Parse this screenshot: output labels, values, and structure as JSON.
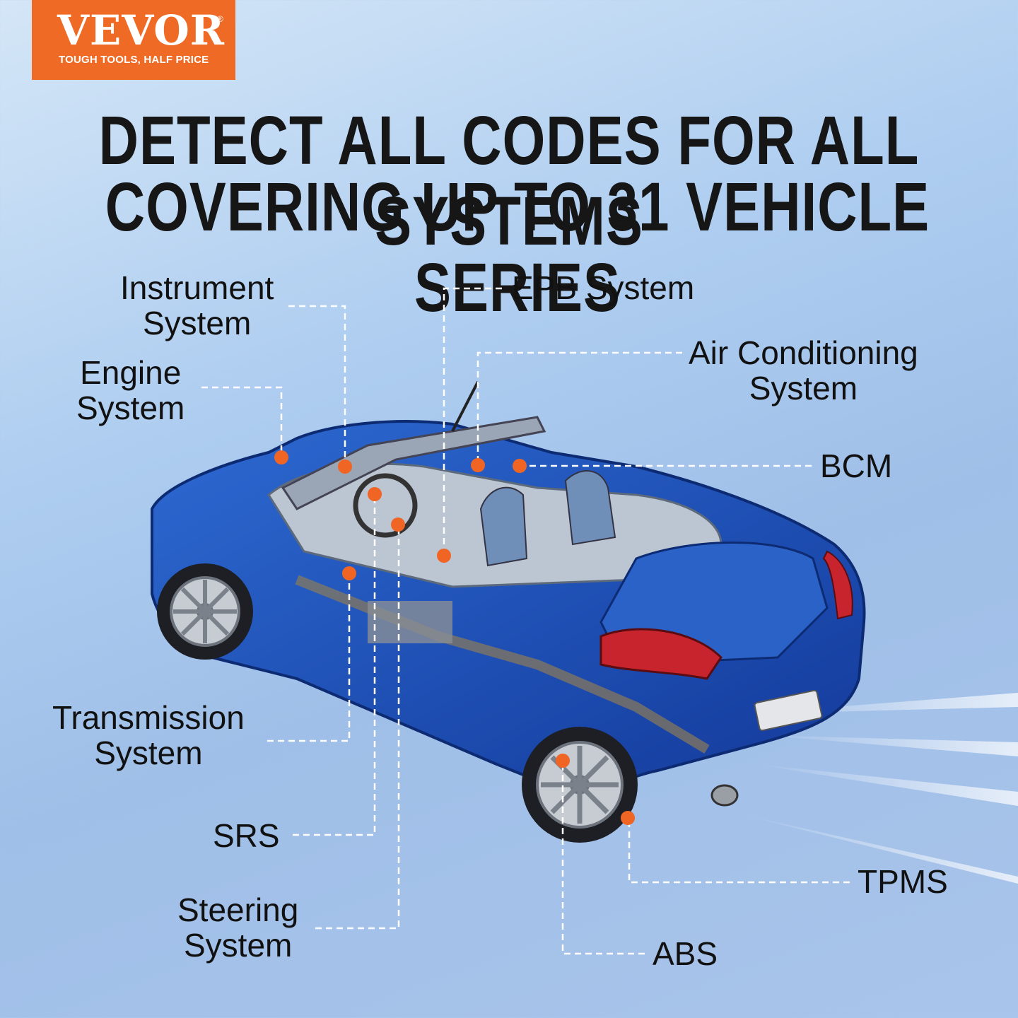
{
  "brand": {
    "name": "VEVOR",
    "registered": "®",
    "tagline": "TOUGH TOOLS, HALF PRICE",
    "color": "#ef6a24"
  },
  "headline": {
    "line1": "DETECT ALL CODES FOR ALL SYSTEMS",
    "line2": "COVERING UP TO 31 VEHICLE SERIES"
  },
  "callouts": {
    "instrument": [
      "Instrument",
      "System"
    ],
    "engine": [
      "Engine",
      "System"
    ],
    "epb": "EPB System",
    "air_conditioning": [
      "Air Conditioning",
      "System"
    ],
    "bcm": "BCM",
    "transmission": [
      "Transmission",
      "System"
    ],
    "srs": "SRS",
    "steering": [
      "Steering",
      "System"
    ],
    "tpms": "TPMS",
    "abs": "ABS"
  },
  "colors": {
    "marker": "#f06523",
    "car_body": "#1c4fb4",
    "leader_line": "#ffffff"
  },
  "image": "cutaway illustration of a blue convertible car"
}
